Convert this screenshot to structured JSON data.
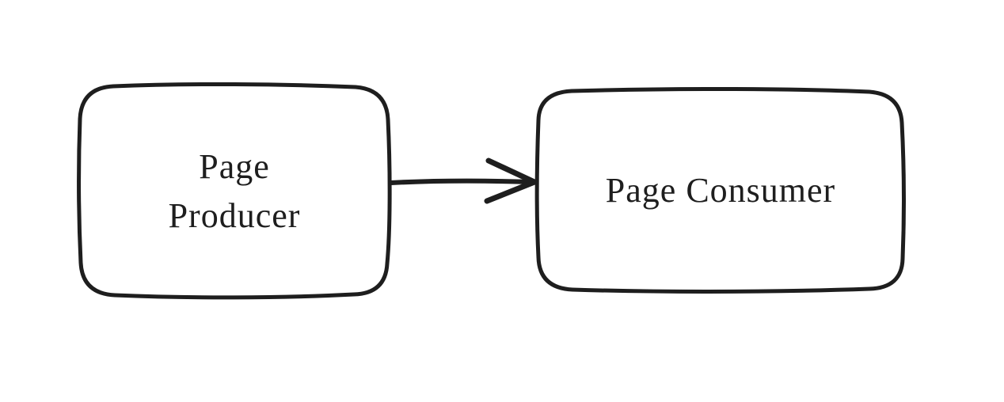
{
  "diagram": {
    "type": "flow-diagram",
    "style": "hand-drawn",
    "background_color": "#ffffff",
    "stroke_color": "#1e1e1e",
    "text_color": "#1e1e1e",
    "nodes": [
      {
        "id": "page-producer",
        "shape": "rounded-rectangle",
        "label": "Page Producer",
        "label_lines": [
          "Page",
          "Producer"
        ]
      },
      {
        "id": "page-consumer",
        "shape": "rounded-rectangle",
        "label": "Page Consumer",
        "label_lines": [
          "Page Consumer"
        ]
      }
    ],
    "edges": [
      {
        "from": "page-producer",
        "to": "page-consumer",
        "arrow": "single-open-head",
        "direction": "left-to-right"
      }
    ]
  }
}
